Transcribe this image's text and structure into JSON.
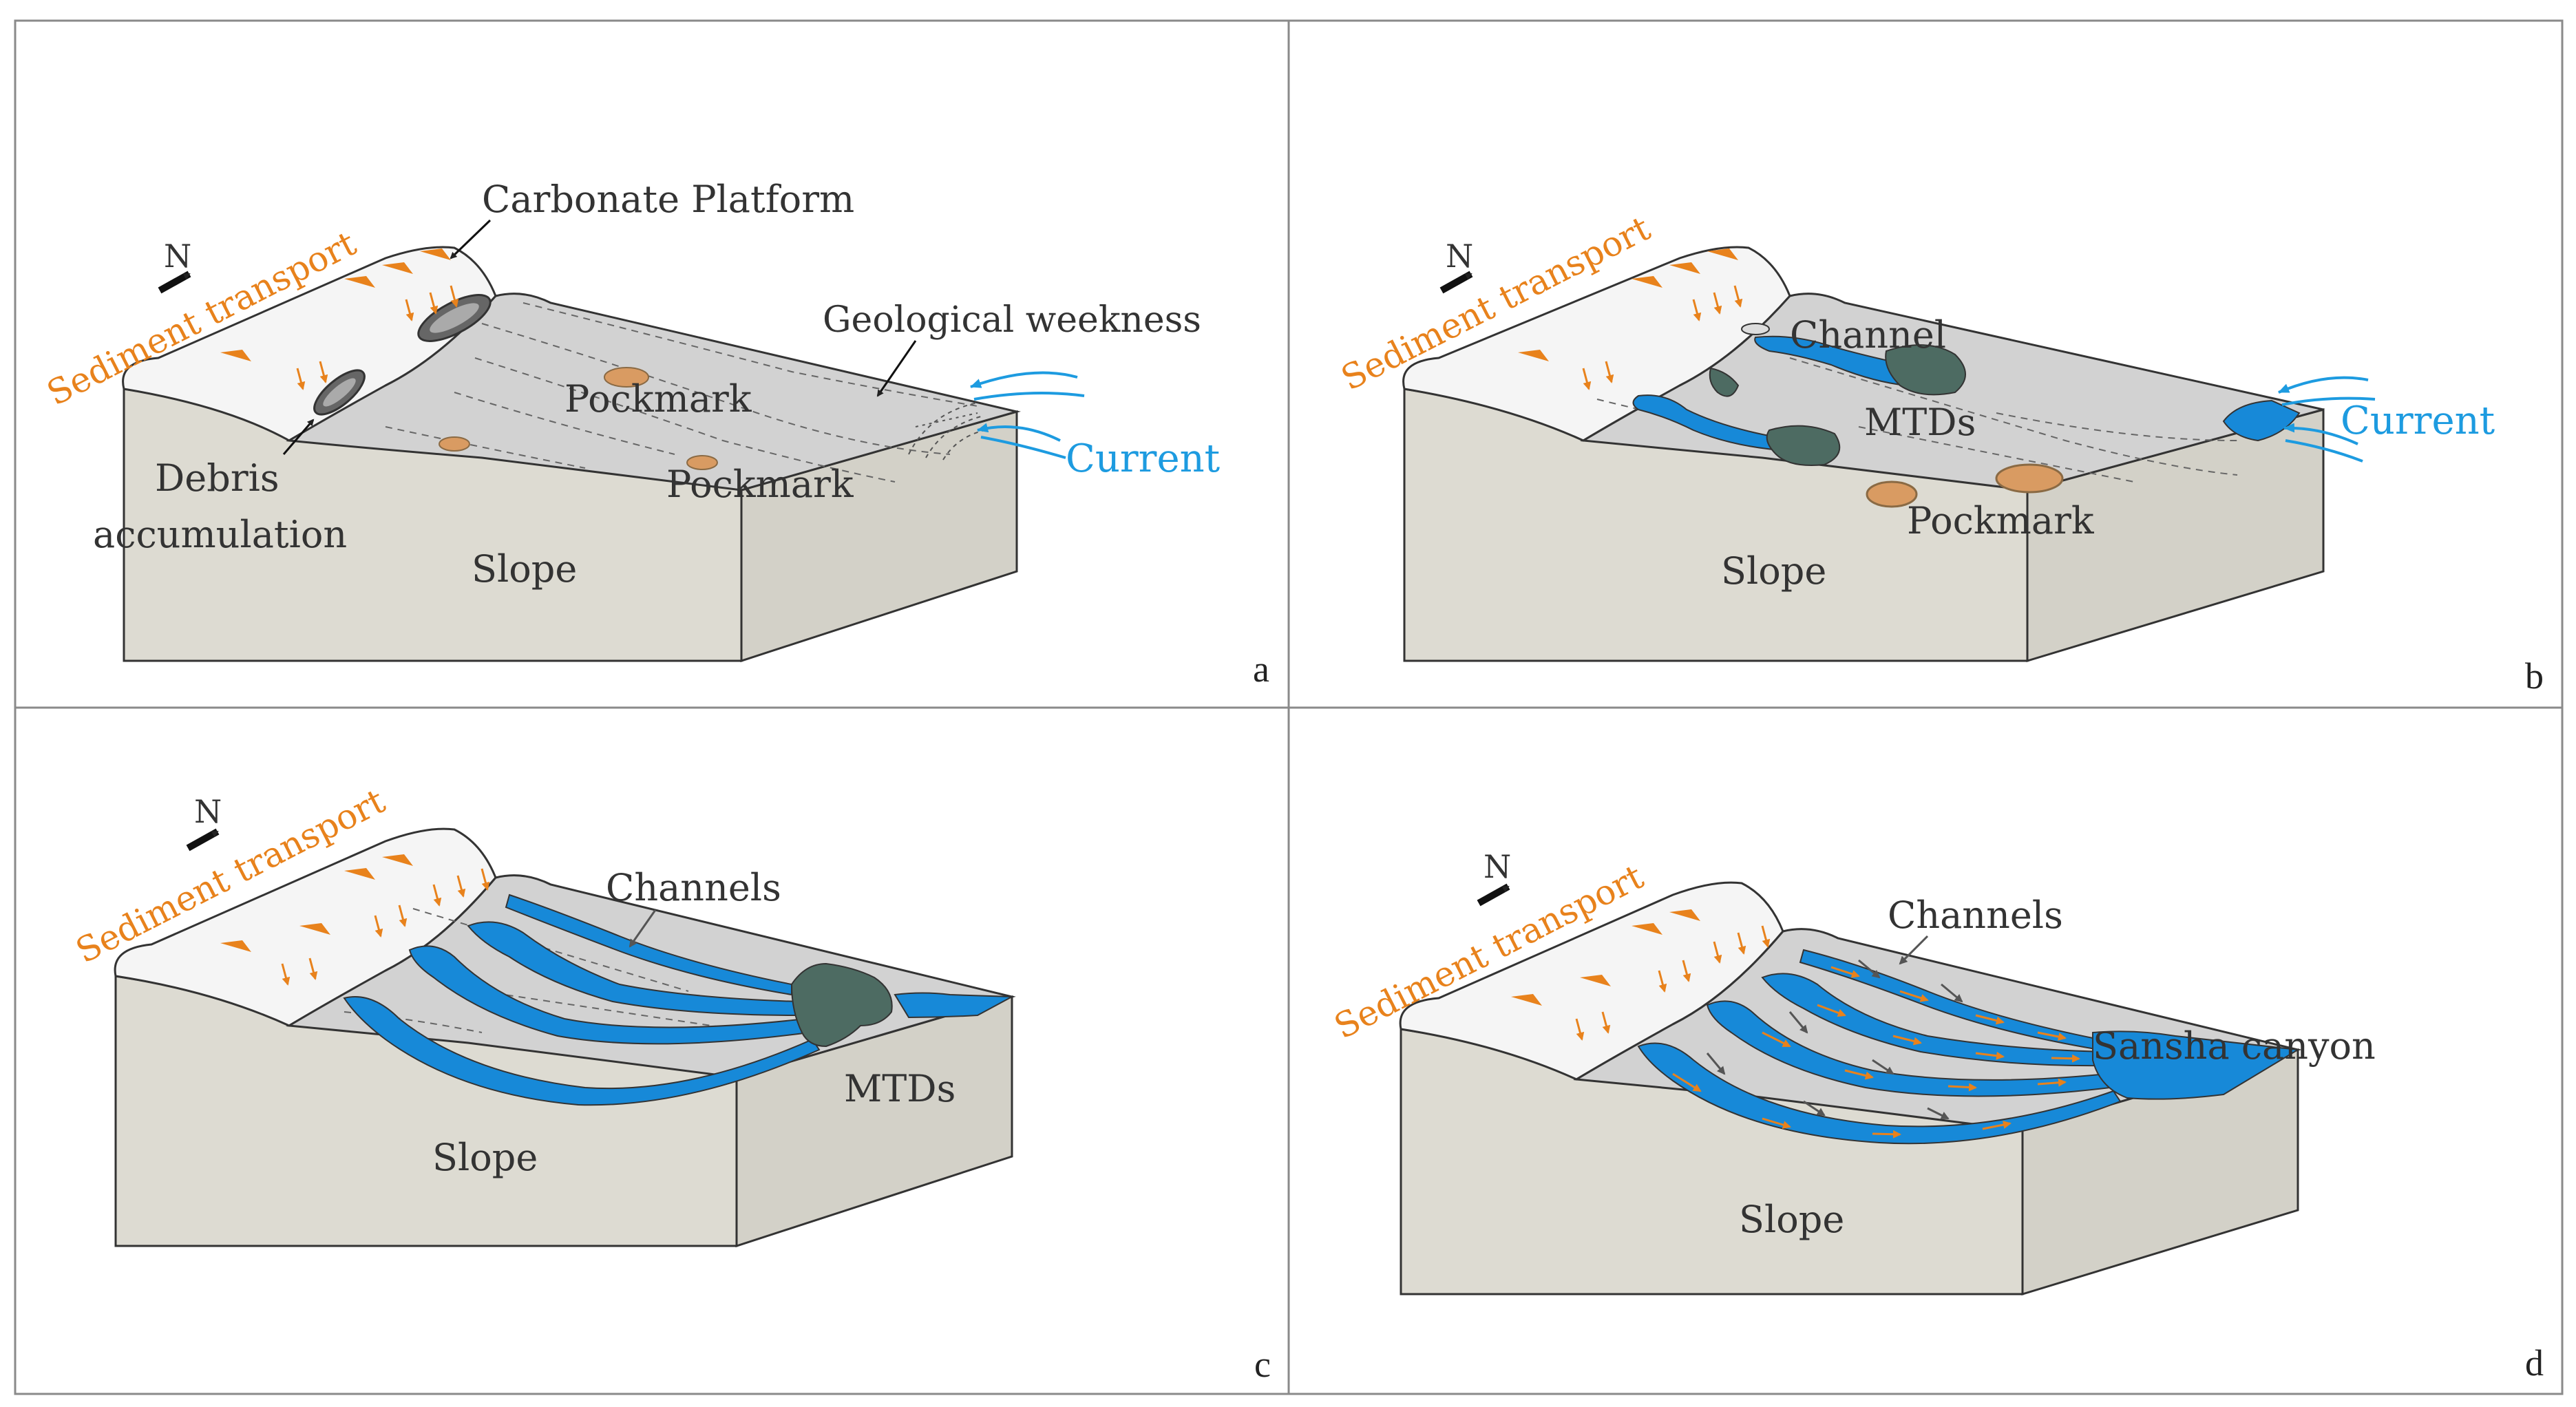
{
  "colors": {
    "sediment": "#e8821c",
    "current": "#1d9be0",
    "channel_fill": "#1789d8",
    "mtd_fill": "#4d6b62",
    "pockmark_fill": "#d99b62",
    "slope_surface": "#d2d2d2",
    "block_side": "#dddbd2",
    "frame": "#8a8a8a"
  },
  "panels": [
    {
      "id": "a",
      "letter": "a",
      "labels": {
        "sediment": "Sediment transport",
        "north": "N",
        "platform": "Carbonate Platform",
        "weakness": "Geological weekness",
        "pockmark1": "Pockmark",
        "pockmark2": "Pockmark",
        "current": "Current",
        "debris1": "Debris",
        "debris2": "accumulation",
        "slope": "Slope"
      }
    },
    {
      "id": "b",
      "letter": "b",
      "labels": {
        "sediment": "Sediment transport",
        "north": "N",
        "channel": "Channel",
        "mtds": "MTDs",
        "current": "Current",
        "pockmark": "Pockmark",
        "slope": "Slope"
      }
    },
    {
      "id": "c",
      "letter": "c",
      "labels": {
        "sediment": "Sediment transport",
        "north": "N",
        "channels": "Channels",
        "mtds": "MTDs",
        "slope": "Slope"
      }
    },
    {
      "id": "d",
      "letter": "d",
      "labels": {
        "sediment": "Sediment transport",
        "north": "N",
        "channels": "Channels",
        "canyon": "Sansha canyon",
        "slope": "Slope"
      }
    }
  ]
}
